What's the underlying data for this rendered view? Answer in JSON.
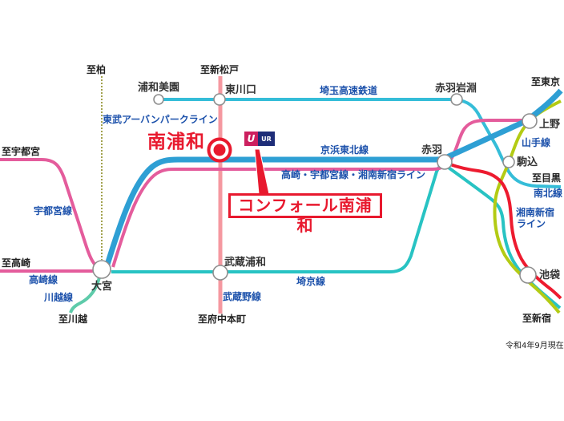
{
  "map": {
    "destinations": {
      "kashiwa": "至柏",
      "shin_matsudo": "至新松戸",
      "tokyo": "至東京",
      "utsunomiya": "至宇都宮",
      "meguro": "至目黒",
      "takasaki": "至高崎",
      "kawagoe": "至川越",
      "fuchu_hommachi": "至府中本町",
      "shinjuku": "至新宿"
    },
    "stations": {
      "urawa_misono": "浦和美園",
      "higashi_kawaguchi": "東川口",
      "akabane_iwabuchi": "赤羽岩淵",
      "ueno": "上野",
      "minami_urawa": "南浦和",
      "akabane": "赤羽",
      "komagome": "駒込",
      "omiya": "大宮",
      "musashi_urawa": "武蔵浦和",
      "ikebukuro": "池袋"
    },
    "lines": {
      "tobu_urban_park": "東武アーバンパークライン",
      "saitama_rapid": "埼玉高速鉄道",
      "yamanote": "山手線",
      "keihin_tohoku": "京浜東北線",
      "takasaki_utsunomiya_shonan": "高崎・宇都宮線・湘南新宿ライン",
      "namboku": "南北線",
      "utsunomiya": "宇都宮線",
      "shonan_shinjuku_1": "湘南新宿",
      "shonan_shinjuku_2": "ライン",
      "takasaki": "高崎線",
      "kawagoe": "川越線",
      "saikyo": "埼京線",
      "musashino": "武蔵野線"
    },
    "callout": {
      "property": "コンフォール南浦和"
    },
    "badge": {
      "u": "U",
      "ur": "UR"
    },
    "note": "令和4年9月現在"
  },
  "colors": {
    "keihin_tohoku": "#2e9fd4",
    "utsunomiya_takasaki": "#e45c9c",
    "musashino": "#f598a0",
    "saitama_namboku": "#35bdd8",
    "saikyo": "#28c3c3",
    "kawagoe_line": "#5ecbaa",
    "yamanote": "#b3cb14",
    "shonan_shinjuku": "#ed1b2f",
    "tobu": "#a2a24e",
    "highlight_red": "#e8192e",
    "station_border": "#8e8e8e"
  }
}
